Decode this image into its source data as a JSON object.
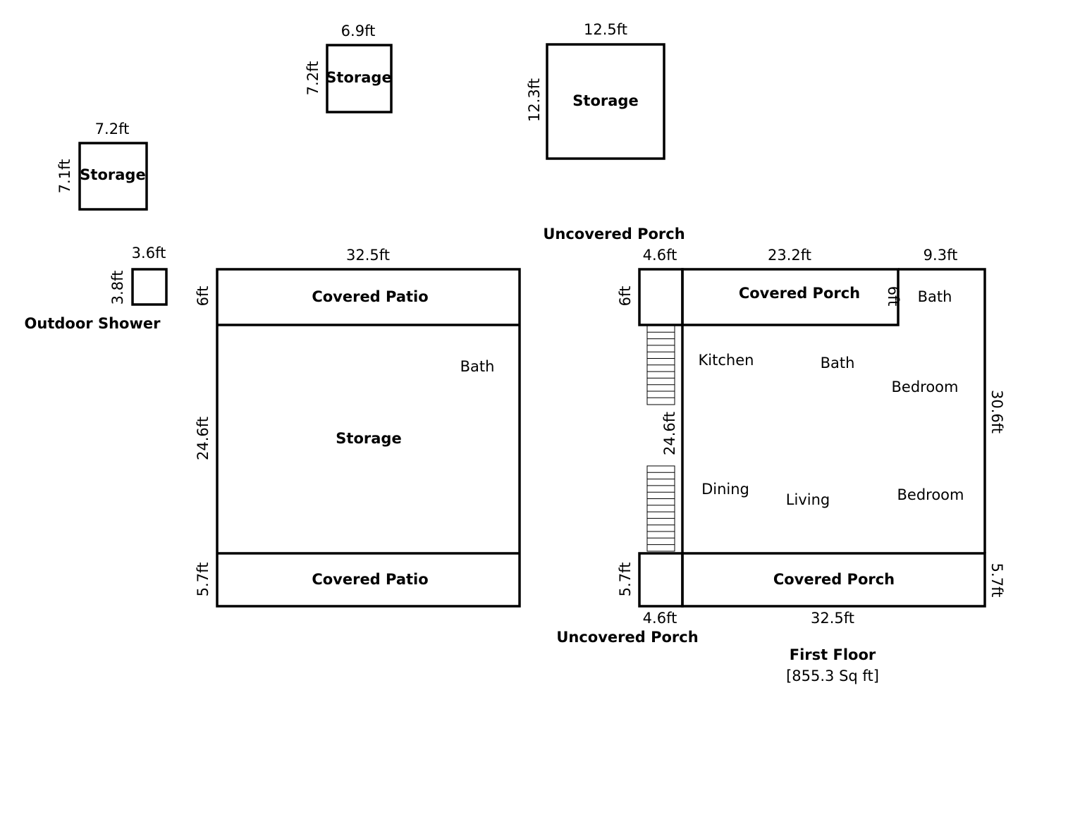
{
  "storage_small_left": {
    "label": "Storage",
    "width": "7.2ft",
    "height": "7.1ft"
  },
  "storage_small_mid": {
    "label": "Storage",
    "width": "6.9ft",
    "height": "7.2ft"
  },
  "storage_large_top": {
    "label": "Storage",
    "width": "12.5ft",
    "height": "12.3ft"
  },
  "outdoor_shower": {
    "label": "Outdoor Shower",
    "width": "3.6ft",
    "height": "3.8ft"
  },
  "storage_building": {
    "width": "32.5ft",
    "top_patio": {
      "label": "Covered Patio",
      "height": "6ft"
    },
    "main": {
      "label": "Storage",
      "height": "24.6ft",
      "bath_label": "Bath"
    },
    "bottom_patio": {
      "label": "Covered Patio",
      "height": "5.7ft"
    }
  },
  "house": {
    "top_uncovered_porch": "Uncovered Porch",
    "bottom_uncovered_porch": "Uncovered Porch",
    "dims": {
      "top_left_width": "4.6ft",
      "top_porch_width": "23.2ft",
      "top_right_width": "9.3ft",
      "top_left_height": "6ft",
      "porch_right_height": "6ft",
      "left_height": "24.6ft",
      "right_height": "30.6ft",
      "bottom_left_height": "5.7ft",
      "bottom_right_height": "5.7ft",
      "bottom_left_width": "4.6ft",
      "bottom_width": "32.5ft"
    },
    "rooms": {
      "covered_porch_top": "Covered Porch",
      "bath_corner": "Bath",
      "kitchen": "Kitchen",
      "bath_center": "Bath",
      "bedroom_1": "Bedroom",
      "dining": "Dining",
      "living": "Living",
      "bedroom_2": "Bedroom",
      "covered_porch_bottom": "Covered Porch"
    },
    "floor_title": "First Floor",
    "floor_area": "[855.3 Sq ft]"
  }
}
